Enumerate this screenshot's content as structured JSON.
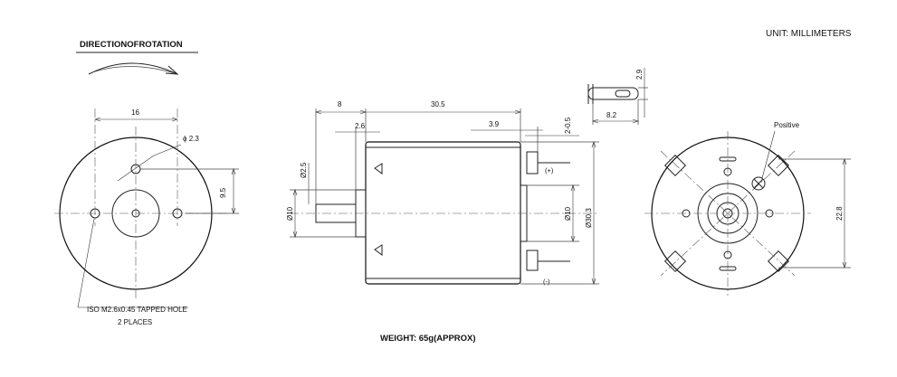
{
  "unit_label": "UNIT: MILLIMETERS",
  "direction_label": "DIRECTIONOFROTATION",
  "weight_label": "WEIGHT: 65g(APPROX)",
  "front_view": {
    "dim_hole_spacing": "16",
    "dim_hole_dia": "ϕ 2.3",
    "dim_offset": "9.5",
    "note_line1": "ISO M2.6x0.45 TAPPED HOLE",
    "note_line2": "2 PLACES"
  },
  "side_view": {
    "dim_shaft_length": "8",
    "dim_body_length": "30.5",
    "dim_boss_length": "2.6",
    "dim_terminal_pos": "3.9",
    "dim_terminal_thk": "2-0.5",
    "dim_shaft_dia": "Ø2.5",
    "dim_boss_dia": "Ø10",
    "dim_rear_boss_dia": "Ø10",
    "dim_body_dia": "Ø30.3",
    "label_plus": "(+)",
    "label_minus": "(-)"
  },
  "terminal_detail": {
    "dim_height": "2.9",
    "dim_length": "8.2"
  },
  "rear_view": {
    "label_positive": "Positive",
    "dim_span": "22.8"
  }
}
